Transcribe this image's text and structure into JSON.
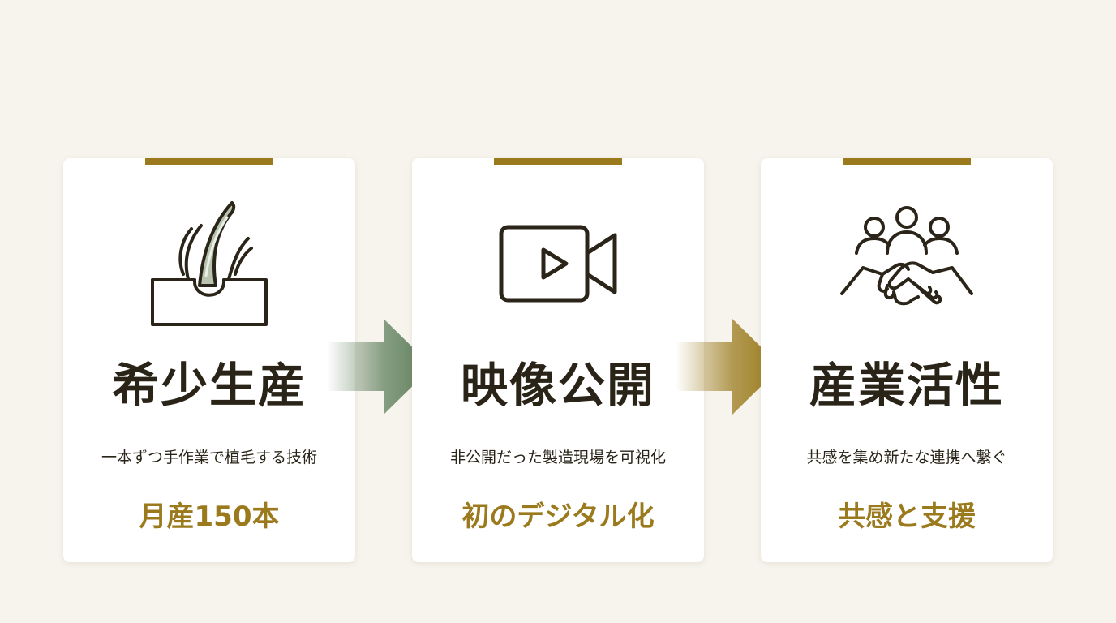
{
  "colors": {
    "background": "#f7f4ee",
    "card": "#ffffff",
    "accent_gold": "#9a7a1c",
    "arrow_green": "#5f7f5c",
    "text_dark": "#2a2418",
    "icon_stroke": "#2b2418"
  },
  "cards": [
    {
      "icon": "hair-follicle-icon",
      "title": "希少生産",
      "description": "一本ずつ手作業で植毛する技術",
      "highlight": "月産150本"
    },
    {
      "icon": "video-camera-icon",
      "title": "映像公開",
      "description": "非公開だった製造現場を可視化",
      "highlight": "初のデジタル化"
    },
    {
      "icon": "handshake-people-icon",
      "title": "産業活性",
      "description": "共感を集め新たな連携へ繋ぐ",
      "highlight": "共感と支援"
    }
  ],
  "arrows": [
    {
      "icon": "arrow-right-icon",
      "color": "#5f7f5c"
    },
    {
      "icon": "arrow-right-icon",
      "color": "#9a7a1c"
    }
  ]
}
